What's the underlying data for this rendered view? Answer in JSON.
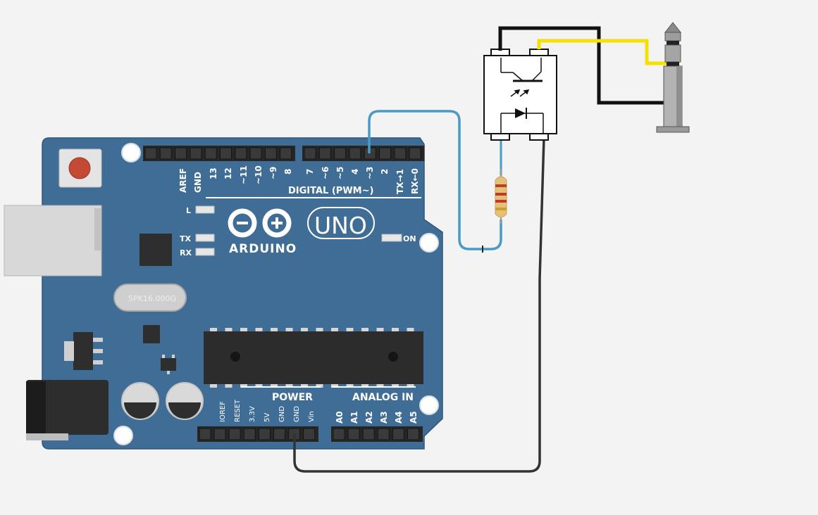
{
  "board": {
    "digital_header_labels": [
      "AREF",
      "GND",
      "13",
      "12",
      "~11",
      "~10",
      "~9",
      "8",
      "7",
      "~6",
      "~5",
      "4",
      "~3",
      "2",
      "TX→1",
      "RX←0"
    ],
    "digital_title": "DIGITAL (PWM~)",
    "led_labels": {
      "l": "L",
      "tx": "TX",
      "rx": "RX",
      "on": "ON"
    },
    "logo_text": "ARDUINO",
    "model_text": "UNO",
    "crystal_text": "SPK16.000G",
    "power_title": "POWER",
    "analog_title": "ANALOG IN",
    "power_labels": [
      "IOREF",
      "RESET",
      "3.3V",
      "5V",
      "GND",
      "GND",
      "Vin"
    ],
    "analog_labels": [
      "A0",
      "A1",
      "A2",
      "A3",
      "A4",
      "A5"
    ]
  },
  "wires": {
    "signal_color": "#4a9ac6",
    "ground_color": "#333333",
    "audio_signal_color": "#f5e000",
    "audio_ground_color": "#111111"
  },
  "components": {
    "resistor_bands": [
      "#b5441e",
      "#c0392b",
      "#c0392b",
      "#c9a227"
    ],
    "optocoupler": "optocoupler",
    "audio_jack": "3.5mm audio jack"
  },
  "colors": {
    "board_blue": "#3f6d96",
    "background": "#f3f3f3",
    "reset_button": "#c44a35"
  }
}
